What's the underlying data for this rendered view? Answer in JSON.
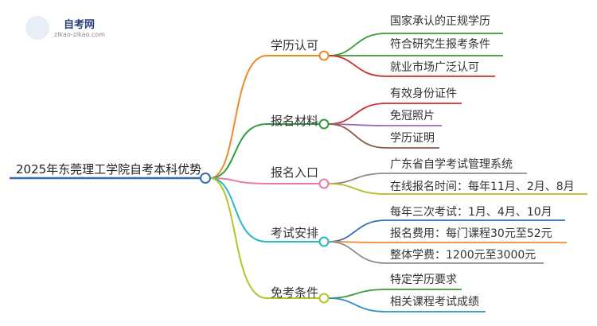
{
  "logo": {
    "name": "自考网",
    "url": "zikao-zikao.com"
  },
  "root": {
    "label": "2025年东莞理工学院自考本科优势",
    "color": "#2f6fb5"
  },
  "branches": [
    {
      "label": "学历认可",
      "color": "#f0892a",
      "leaves": [
        "国家承认的正规学历",
        "符合研究生报考条件",
        "就业市场广泛认可"
      ],
      "leaf_colors": [
        "#3c9a3a",
        "#3c9a3a",
        "#cc2f2f"
      ]
    },
    {
      "label": "报名材料",
      "color": "#2e9e3a",
      "leaves": [
        "有效身份证件",
        "免冠照片",
        "学历证明"
      ],
      "leaf_colors": [
        "#cc2f2f",
        "#9a6ab8",
        "#8a5a44"
      ]
    },
    {
      "label": "报名入口",
      "color": "#e87aa8",
      "leaves": [
        "广东省自学考试管理系统",
        "在线报名时间：每年11月、2月、8月"
      ],
      "leaf_colors": [
        "#8c8c8c",
        "#b8b82a"
      ]
    },
    {
      "label": "考试安排",
      "color": "#2ab8c8",
      "leaves": [
        "每年三次考试：1月、4月、10月",
        "报名费用：每门课程30元至52元",
        "整体学费：1200元至3000元"
      ],
      "leaf_colors": [
        "#2f6fb5",
        "#f0892a",
        "#8c8c8c"
      ]
    },
    {
      "label": "免考条件",
      "color": "#b5c42a",
      "leaves": [
        "特定学历要求",
        "相关课程考试成绩"
      ],
      "leaf_colors": [
        "#3c9a3a",
        "#2f8fc8"
      ]
    }
  ]
}
